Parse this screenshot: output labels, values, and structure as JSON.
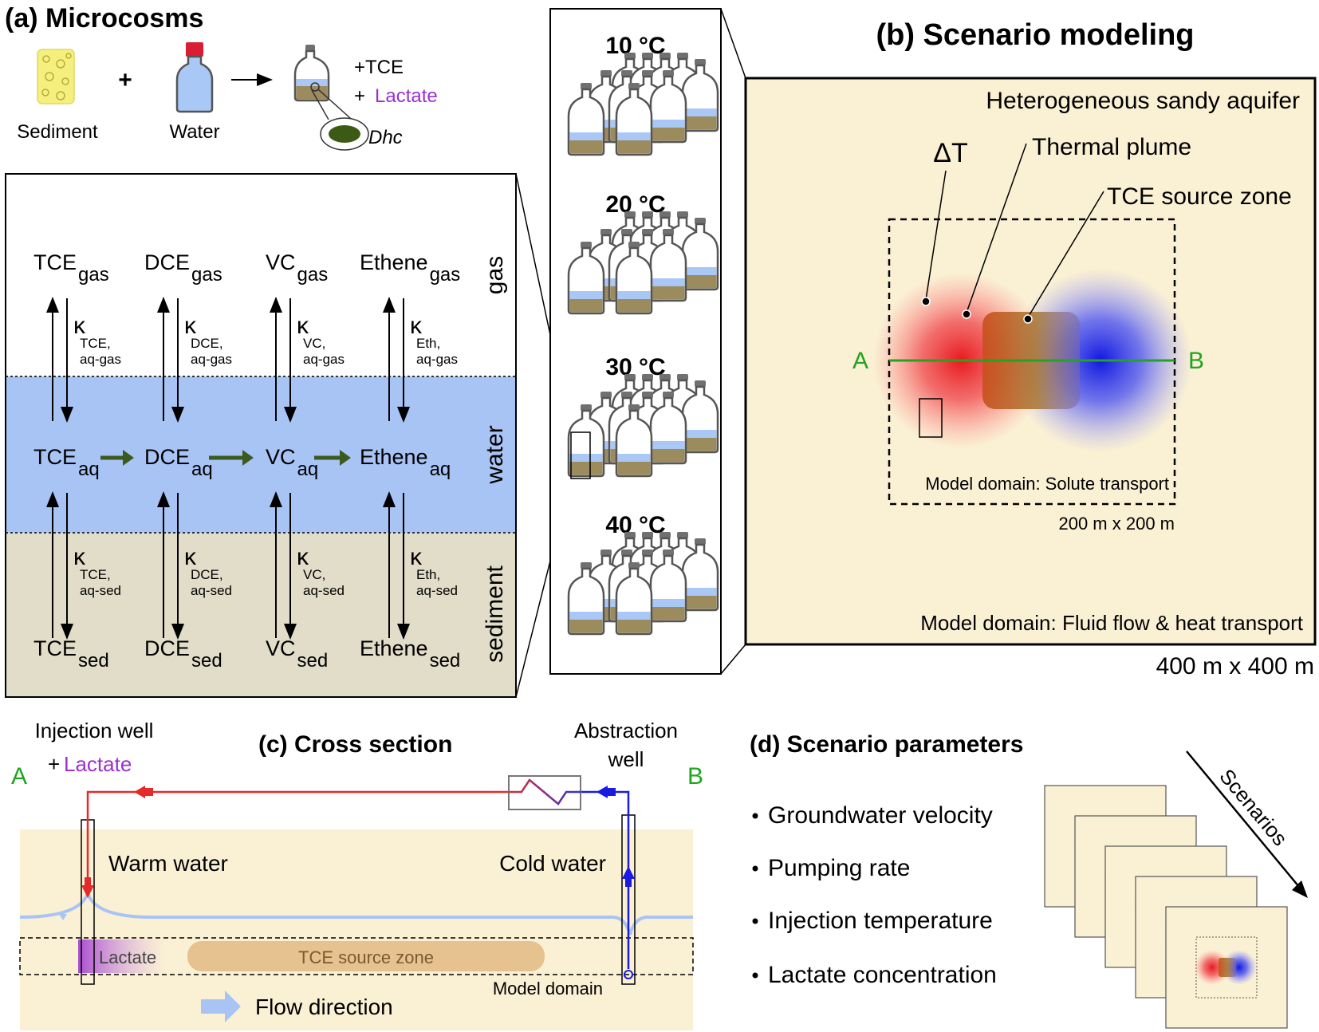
{
  "panel_a": {
    "title": "(a) Microcosms",
    "sediment": "Sediment",
    "water": "Water",
    "plus": "+",
    "add_tce": "+TCE",
    "add_lactate_plus": "+",
    "add_lactate": "Lactate",
    "dhc": "Dhc",
    "temperatures": [
      "10 °C",
      "20 °C",
      "30 °C",
      "40 °C"
    ],
    "phase_labels": {
      "gas": "gas",
      "water": "water",
      "sediment": "sediment"
    },
    "species": [
      "TCE",
      "DCE",
      "VC",
      "Ethene"
    ],
    "subscripts": {
      "gas": "gas",
      "aq": "aq",
      "sed": "sed"
    },
    "kappa": "κ",
    "kappa_gas": [
      [
        "TCE,",
        "aq-gas"
      ],
      [
        "DCE,",
        "aq-gas"
      ],
      [
        "VC,",
        "aq-gas"
      ],
      [
        "Eth,",
        "aq-gas"
      ]
    ],
    "kappa_sed": [
      [
        "TCE,",
        "aq-sed"
      ],
      [
        "DCE,",
        "aq-sed"
      ],
      [
        "VC,",
        "aq-sed"
      ],
      [
        "Eth,",
        "aq-sed"
      ]
    ]
  },
  "panel_b": {
    "title": "(b) Scenario modeling",
    "aquifer": "Heterogeneous sandy aquifer",
    "delta_t": "ΔT",
    "thermal_plume": "Thermal plume",
    "tce_source": "TCE source zone",
    "point_a": "A",
    "point_b": "B",
    "inner_domain": "Model domain: Solute transport",
    "inner_size": "200 m x 200 m",
    "outer_domain": "Model domain: Fluid flow & heat transport",
    "outer_size": "400 m x 400 m"
  },
  "panel_c": {
    "title": "(c) Cross section",
    "point_a": "A",
    "point_b": "B",
    "injection_well": "Injection well",
    "lactate_plus": "+",
    "lactate": "Lactate",
    "abstraction_well_1": "Abstraction",
    "abstraction_well_2": "well",
    "warm_water": "Warm water",
    "cold_water": "Cold water",
    "lactate_zone": "Lactate",
    "tce_zone": "TCE source zone",
    "model_domain": "Model domain",
    "flow_direction": "Flow direction"
  },
  "panel_d": {
    "title": "(d) Scenario parameters",
    "parameters": [
      "Groundwater velocity",
      "Pumping rate",
      "Injection temperature",
      "Lactate concentration"
    ],
    "scenarios": "Scenarios"
  },
  "colors": {
    "aquifer": "#faf0d4",
    "water": "#a8c4f5",
    "sediment": "#e2ddc9",
    "lactate": "#9b30d0",
    "green": "#1fa51f",
    "hot": "#e5262a",
    "cold": "#2a2ee5",
    "arrow_green": "#3d5a1e"
  }
}
